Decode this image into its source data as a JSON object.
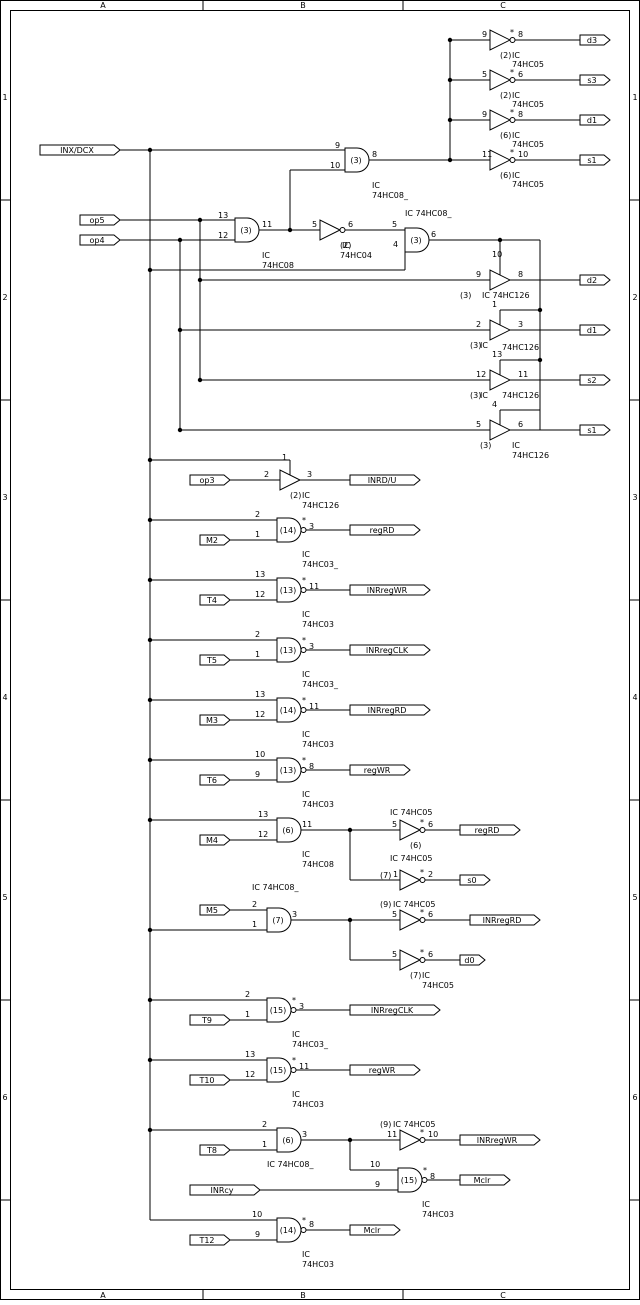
{
  "frame": {
    "columns": [
      "A",
      "B",
      "C"
    ],
    "rows": [
      "1",
      "2",
      "3",
      "4",
      "5",
      "6"
    ]
  },
  "inputs": [
    "INX/DCX",
    "op5",
    "op4",
    "op3",
    "M2",
    "T4",
    "T5",
    "M3",
    "T6",
    "M4",
    "M5",
    "T9",
    "T10",
    "T8",
    "INRcy",
    "T12"
  ],
  "outputs": [
    "d3",
    "s3",
    "d1",
    "s1",
    "d2",
    "d1",
    "s2",
    "s1",
    "INRD/U",
    "regRD",
    "INRregWR",
    "INRregCLK",
    "INRregRD",
    "regWR",
    "regRD",
    "s0",
    "INRregRD",
    "d0",
    "INRregCLK",
    "regWR",
    "INRregWR",
    "Mclr",
    "Mclr"
  ],
  "gates": [
    {
      "kind": "and",
      "unit": "(3)",
      "pins": [
        "9",
        "10",
        "8"
      ],
      "ic": [
        "IC",
        "74HC08_"
      ]
    },
    {
      "kind": "and",
      "unit": "(3)",
      "pins": [
        "13",
        "12",
        "11"
      ],
      "ic": [
        "IC",
        "74HC08"
      ]
    },
    {
      "kind": "and",
      "unit": "(3)",
      "pins": [
        "5",
        "4",
        "6"
      ],
      "ic": [
        "IC  74HC08_"
      ]
    },
    {
      "kind": "not",
      "unit": "(2)",
      "pins": [
        "5",
        "6"
      ],
      "ic": [
        "IC",
        "74HC04"
      ]
    },
    {
      "kind": "oc",
      "unit": "(2)",
      "pins": [
        "9",
        "8"
      ],
      "ic": [
        "IC",
        "74HC05"
      ]
    },
    {
      "kind": "oc",
      "unit": "(2)",
      "pins": [
        "5",
        "6"
      ],
      "ic": [
        "IC",
        "74HC05"
      ]
    },
    {
      "kind": "oc",
      "unit": "(6)",
      "pins": [
        "9",
        "8"
      ],
      "ic": [
        "IC",
        "74HC05"
      ]
    },
    {
      "kind": "oc",
      "unit": "(6)",
      "pins": [
        "11",
        "10"
      ],
      "ic": [
        "IC",
        "74HC05"
      ]
    },
    {
      "kind": "buf",
      "unit": "(3)",
      "pins": [
        "9",
        "8",
        "10"
      ],
      "ic": [
        "IC   74HC126"
      ]
    },
    {
      "kind": "buf",
      "unit": "(3)",
      "pins": [
        "2",
        "3",
        "1"
      ],
      "ic": [
        "IC",
        "74HC126"
      ]
    },
    {
      "kind": "buf",
      "unit": "(3)",
      "pins": [
        "12",
        "11",
        "13"
      ],
      "ic": [
        "IC",
        "74HC126"
      ]
    },
    {
      "kind": "buf",
      "unit": "(3)",
      "pins": [
        "5",
        "6",
        "4"
      ],
      "ic": [
        "IC",
        "74HC126"
      ]
    },
    {
      "kind": "buf",
      "unit": "(2)",
      "pins": [
        "2",
        "3",
        "1"
      ],
      "ic": [
        "IC",
        "74HC126"
      ]
    },
    {
      "kind": "nand",
      "unit": "(14)",
      "pins": [
        "2",
        "1",
        "3"
      ],
      "ic": [
        "IC",
        "74HC03_"
      ]
    },
    {
      "kind": "nand",
      "unit": "(13)",
      "pins": [
        "13",
        "12",
        "11"
      ],
      "ic": [
        "IC",
        "74HC03"
      ]
    },
    {
      "kind": "nand",
      "unit": "(13)",
      "pins": [
        "2",
        "1",
        "3"
      ],
      "ic": [
        "IC",
        "74HC03_"
      ]
    },
    {
      "kind": "nand",
      "unit": "(14)",
      "pins": [
        "13",
        "12",
        "11"
      ],
      "ic": [
        "IC",
        "74HC03"
      ]
    },
    {
      "kind": "nand",
      "unit": "(13)",
      "pins": [
        "10",
        "9",
        "8"
      ],
      "ic": [
        "IC",
        "74HC03"
      ]
    },
    {
      "kind": "and",
      "unit": "(6)",
      "pins": [
        "13",
        "12",
        "11"
      ],
      "ic": [
        "IC",
        "74HC08"
      ]
    },
    {
      "kind": "and",
      "unit": "(7)",
      "pins": [
        "2",
        "1",
        "3"
      ],
      "ic": [
        "IC  74HC08_"
      ]
    },
    {
      "kind": "oc",
      "unit": "(6)",
      "pins": [
        "5",
        "6"
      ],
      "ic": [
        "IC  74HC05"
      ]
    },
    {
      "kind": "oc",
      "unit": "(7)",
      "pins": [
        "1",
        "2"
      ],
      "ic": [
        "IC  74HC05"
      ]
    },
    {
      "kind": "oc",
      "unit": "(9)",
      "pins": [
        "5",
        "6"
      ],
      "ic": [
        "IC  74HC05"
      ]
    },
    {
      "kind": "oc",
      "unit": "(7)",
      "pins": [
        "5",
        "6"
      ],
      "ic": [
        "IC",
        "74HC05"
      ]
    },
    {
      "kind": "nand",
      "unit": "(15)",
      "pins": [
        "2",
        "1",
        "3"
      ],
      "ic": [
        "IC",
        "74HC03_"
      ]
    },
    {
      "kind": "nand",
      "unit": "(15)",
      "pins": [
        "13",
        "12",
        "11"
      ],
      "ic": [
        "IC",
        "74HC03"
      ]
    },
    {
      "kind": "and",
      "unit": "(6)",
      "pins": [
        "2",
        "1",
        "3"
      ],
      "ic": [
        "IC  74HC08_"
      ]
    },
    {
      "kind": "oc",
      "unit": "(9)",
      "pins": [
        "11",
        "10"
      ],
      "ic": [
        "IC    74HC05"
      ]
    },
    {
      "kind": "nand",
      "unit": "(15)",
      "pins": [
        "10",
        "9",
        "8"
      ],
      "ic": [
        "IC",
        "74HC03"
      ]
    },
    {
      "kind": "nand",
      "unit": "(14)",
      "pins": [
        "10",
        "9",
        "8"
      ],
      "ic": [
        "IC",
        "74HC03"
      ]
    }
  ]
}
